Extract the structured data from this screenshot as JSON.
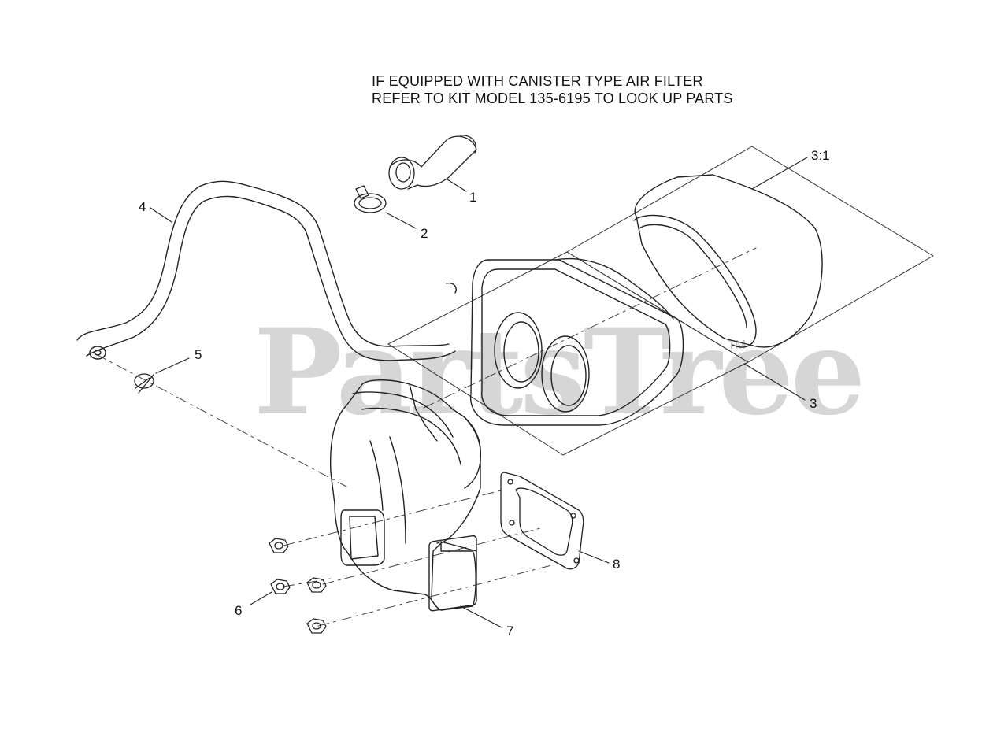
{
  "notes": {
    "line1": "IF EQUIPPED WITH CANISTER TYPE AIR FILTER",
    "line2": "REFER TO KIT MODEL 135-6195 TO LOOK UP PARTS"
  },
  "watermark": {
    "text": "PartsTree",
    "tm": "TM"
  },
  "callouts": {
    "c1": "1",
    "c2": "2",
    "c3": "3",
    "c3_1": "3:1",
    "c4": "4",
    "c5": "5",
    "c6": "6",
    "c7": "7",
    "c8": "8"
  }
}
